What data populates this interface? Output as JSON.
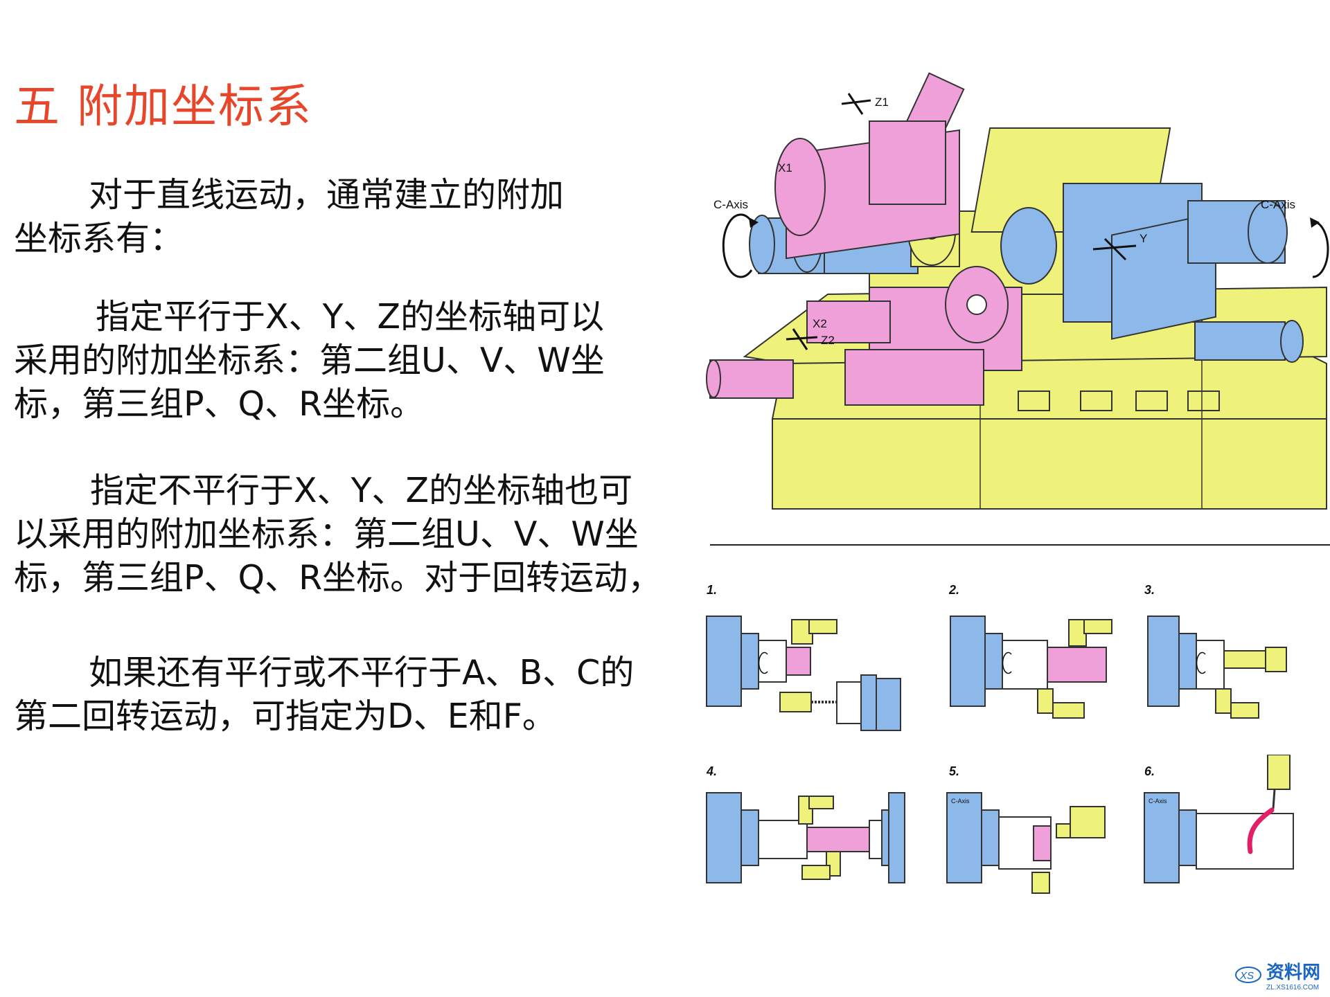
{
  "slide": {
    "title": "五  附加坐标系",
    "paragraphs": [
      {
        "line1": "对于直线运动，通常建立的附加",
        "line2": "坐标系有："
      },
      {
        "line1": "指定平行于X、Y、Z的坐标轴可以",
        "line2": "采用的附加坐标系：第二组U、V、W坐",
        "line3": "标，第三组P、Q、R坐标。"
      },
      {
        "line1": "指定不平行于X、Y、Z的坐标轴也可",
        "line2": "以采用的附加坐标系：第二组U、V、W坐",
        "line3": "标，第三组P、Q、R坐标。对于回转运动，"
      },
      {
        "line1": "如果还有平行或不平行于A、B、C的",
        "line2": "第二回转运动，可指定为D、E和F。"
      }
    ]
  },
  "machine_figure": {
    "labels": {
      "c_axis_left": "C-Axis",
      "c_axis_right": "C-Axis",
      "x1": "X1",
      "z1": "Z1",
      "y": "Y",
      "x2": "X2",
      "z2": "Z2"
    },
    "colors": {
      "yellow": "#eef27a",
      "pink": "#f0a0d8",
      "blue": "#8cb8ea",
      "red": "#e2206a"
    }
  },
  "steps": [
    {
      "num": "1."
    },
    {
      "num": "2."
    },
    {
      "num": "3."
    },
    {
      "num": "4."
    },
    {
      "num": "5.",
      "label": "C-Axis"
    },
    {
      "num": "6.",
      "label": "C-Axis"
    }
  ],
  "watermark": {
    "name": "资料网",
    "url": "ZL.XS1616.COM",
    "logo": "XS"
  }
}
